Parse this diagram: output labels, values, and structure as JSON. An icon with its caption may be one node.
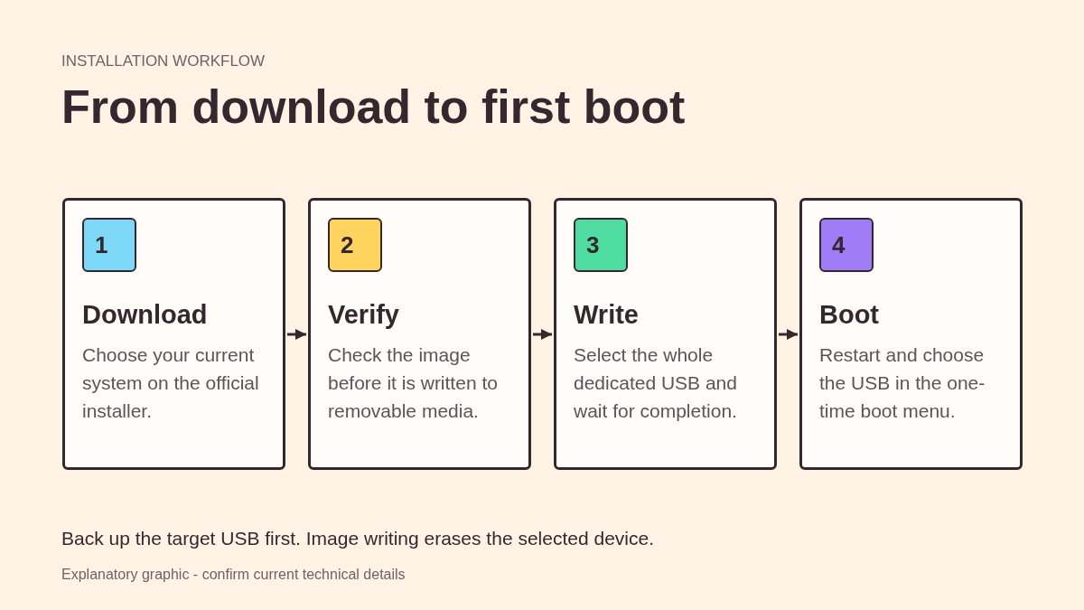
{
  "diagram": {
    "title": "From download to first boot",
    "caption": "Explanatory graphic - confirm current technical details",
    "nodes": [
      {
        "text": [
          "1",
          "Download",
          "Choose your current system on the official installer."
        ]
      },
      {
        "text": [
          "2",
          "Verify",
          "Check the image before it is written to removable media."
        ]
      },
      {
        "text": [
          "3",
          "Write",
          "Select the whole dedicated USB and wait for completion."
        ]
      },
      {
        "text": [
          "4",
          "Boot",
          "Restart and choose the USB in the one-time boot menu."
        ]
      }
    ],
    "edges": [
      {
        "from": 0,
        "to": 1,
        "arrow": "to"
      },
      {
        "from": 1,
        "to": 2,
        "arrow": "to"
      },
      {
        "from": 2,
        "to": 3,
        "arrow": "to"
      }
    ],
    "labels": [
      "INSTALLATION WORKFLOW",
      "Back up the target USB first. Image writing erases the selected device."
    ]
  }
}
